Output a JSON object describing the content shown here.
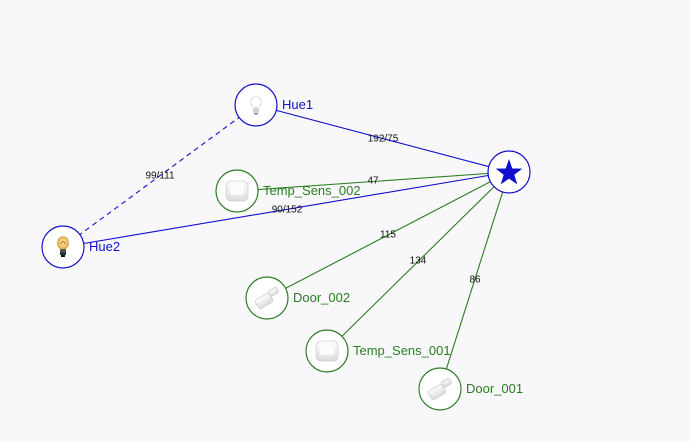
{
  "colors": {
    "router": "#1010cc",
    "end_device": "#2a7d1f",
    "background": "#f8f8fb"
  },
  "nodes": [
    {
      "id": "coordinator",
      "label": "",
      "role": "router",
      "icon": "star-icon"
    },
    {
      "id": "hue1",
      "label": "Hue1",
      "role": "router",
      "icon": "bulb-white-icon"
    },
    {
      "id": "hue2",
      "label": "Hue2",
      "role": "router",
      "icon": "bulb-filament-icon"
    },
    {
      "id": "temp2",
      "label": "Temp_Sens_002",
      "role": "end_device",
      "icon": "sensor-icon"
    },
    {
      "id": "door2",
      "label": "Door_002",
      "role": "end_device",
      "icon": "door-sensor-icon"
    },
    {
      "id": "temp1",
      "label": "Temp_Sens_001",
      "role": "end_device",
      "icon": "sensor-icon"
    },
    {
      "id": "door1",
      "label": "Door_001",
      "role": "end_device",
      "icon": "door-sensor-icon"
    }
  ],
  "links": [
    {
      "from": "coordinator",
      "to": "hue1",
      "label": "192/75",
      "style": "solid",
      "role": "router"
    },
    {
      "from": "coordinator",
      "to": "hue2",
      "label": "90/152",
      "style": "solid",
      "role": "router"
    },
    {
      "from": "coordinator",
      "to": "temp2",
      "label": "47",
      "style": "solid",
      "role": "end_device"
    },
    {
      "from": "coordinator",
      "to": "door2",
      "label": "115",
      "style": "solid",
      "role": "end_device"
    },
    {
      "from": "coordinator",
      "to": "temp1",
      "label": "134",
      "style": "solid",
      "role": "end_device"
    },
    {
      "from": "coordinator",
      "to": "door1",
      "label": "86",
      "style": "solid",
      "role": "end_device"
    },
    {
      "from": "hue1",
      "to": "hue2",
      "label": "99/111",
      "style": "dashed",
      "role": "router"
    }
  ]
}
